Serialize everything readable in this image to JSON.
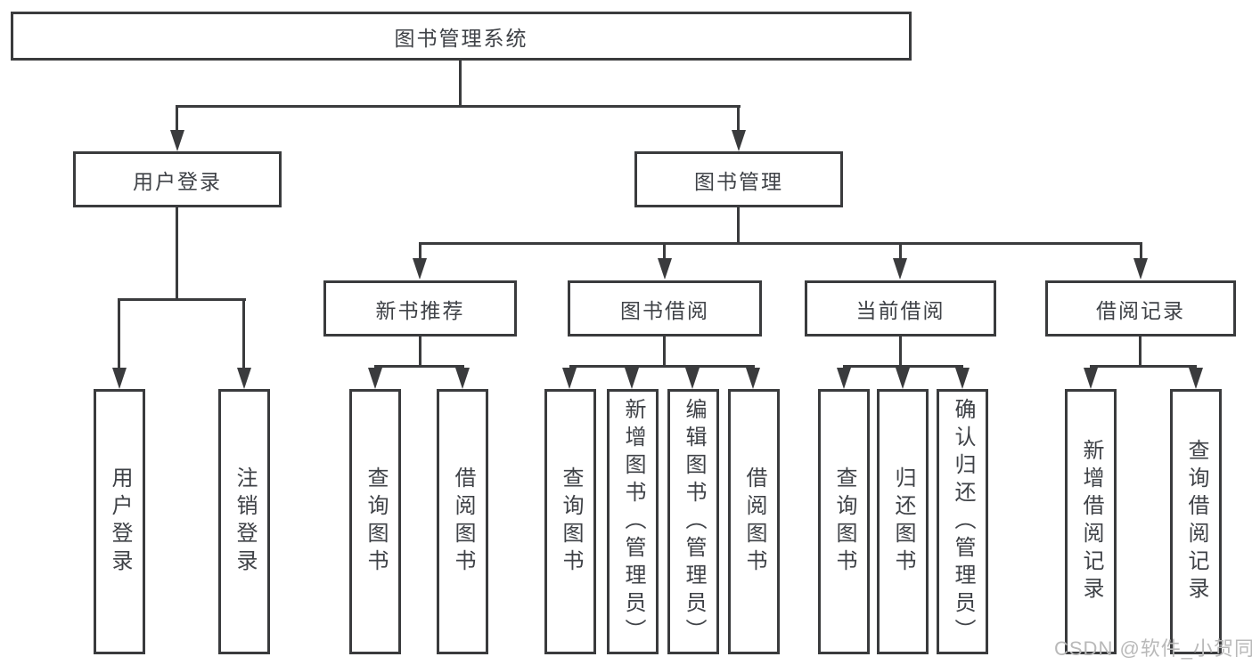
{
  "diagram_type": "hierarchy-chart",
  "tree": {
    "root": {
      "label": "图书管理系统",
      "children": [
        {
          "label": "用户登录",
          "children": [
            {
              "label": "用户登录"
            },
            {
              "label": "注销登录"
            }
          ]
        },
        {
          "label": "图书管理",
          "children": [
            {
              "label": "新书推荐",
              "children": [
                {
                  "label": "查询图书"
                },
                {
                  "label": "借阅图书"
                }
              ]
            },
            {
              "label": "图书借阅",
              "children": [
                {
                  "label": "查询图书"
                },
                {
                  "label": "新增图书（管理员）"
                },
                {
                  "label": "编辑图书（管理员）"
                },
                {
                  "label": "借阅图书"
                }
              ]
            },
            {
              "label": "当前借阅",
              "children": [
                {
                  "label": "查询图书"
                },
                {
                  "label": "归还图书"
                },
                {
                  "label": "确认归还（管理员）"
                }
              ]
            },
            {
              "label": "借阅记录",
              "children": [
                {
                  "label": "新增借阅记录"
                },
                {
                  "label": "查询借阅记录"
                }
              ]
            }
          ]
        }
      ]
    }
  },
  "watermark": {
    "text": "CSDN @软件_小贺同学"
  },
  "colors": {
    "line": "#3a3b3d",
    "node_border": "#3a3b3d",
    "node_fill": "#ffffff",
    "text": "#3f4247",
    "watermark": "#b9b9b9",
    "background": "#ffffff"
  }
}
